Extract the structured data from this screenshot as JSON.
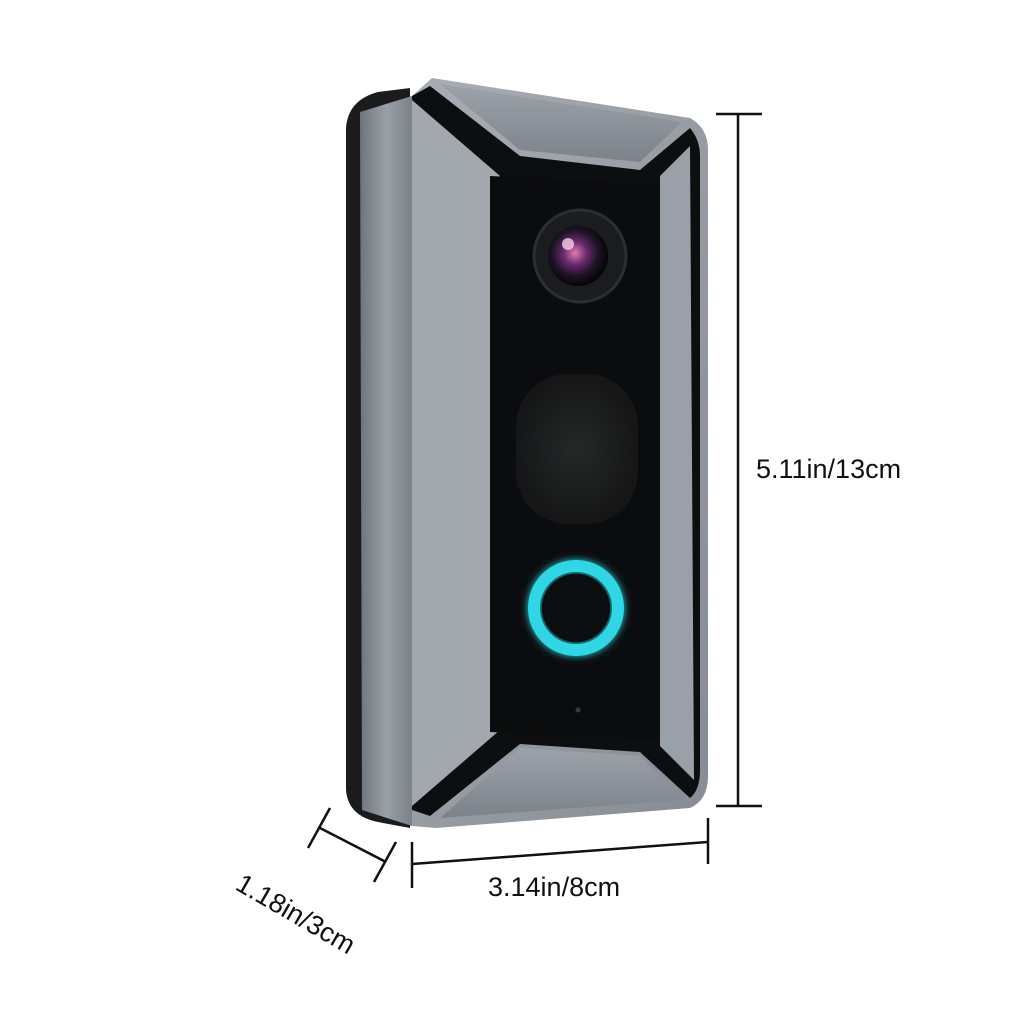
{
  "product": {
    "name_icon": "video-doorbell",
    "accent_ring_color": "#2fd6e6",
    "body_color": "#8e949b",
    "face_color": "#0e0f10"
  },
  "dimensions": {
    "height": "5.11in/13cm",
    "width": "3.14in/8cm",
    "depth": "1.18in/3cm"
  }
}
